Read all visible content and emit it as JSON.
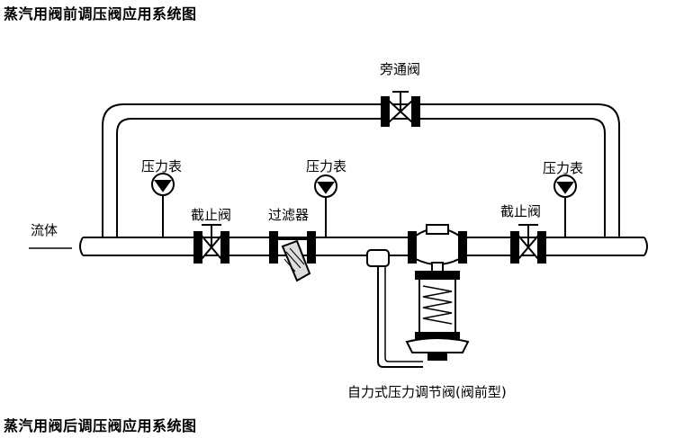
{
  "title_top": "蒸汽用阀前调压阀应用系统图",
  "title_bottom": "蒸汽用阀后调压阀应用系统图",
  "labels": {
    "bypass_valve": "旁通阀",
    "gauge_left": "压力表",
    "gauge_mid": "压力表",
    "gauge_right": "压力表",
    "stop_valve_left": "截止阀",
    "filter": "过滤器",
    "stop_valve_right": "截止阀",
    "fluid": "流体",
    "regulator": "自力式压力调节阀(阀前型)"
  }
}
